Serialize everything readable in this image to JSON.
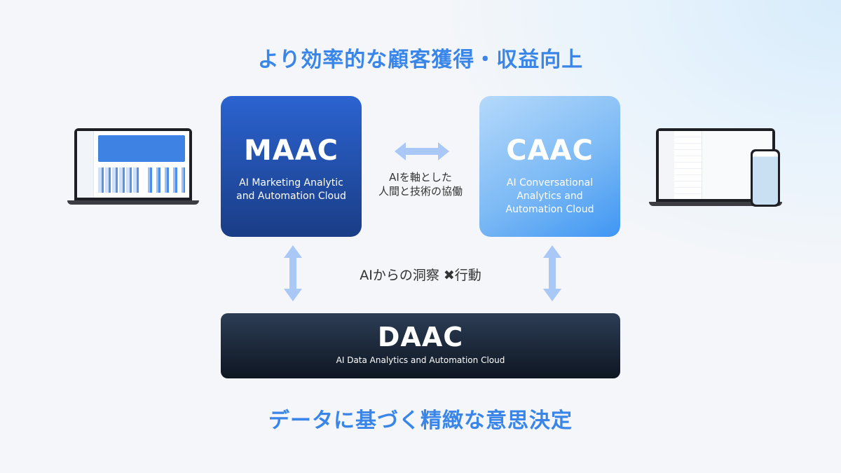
{
  "headline_top": "より効率的な顧客獲得・収益向上",
  "headline_bottom": "データに基づく精緻な意思決定",
  "maac": {
    "title": "MAAC",
    "subtitle_line1": "AI Marketing Analytic",
    "subtitle_line2": "and Automation Cloud"
  },
  "caac": {
    "title": "CAAC",
    "subtitle_line1": "AI Conversational",
    "subtitle_line2": "Analytics and",
    "subtitle_line3": "Automation Cloud"
  },
  "daac": {
    "title": "DAAC",
    "subtitle": "AI  Data Analytics and Automation Cloud"
  },
  "center_label_line1": "AIを軸とした",
  "center_label_line2": "人間と技術の協働",
  "insight_label": "AIからの洞察 ✖行動",
  "colors": {
    "accent": "#3a86e8",
    "arrow": "#a9c8f5"
  }
}
